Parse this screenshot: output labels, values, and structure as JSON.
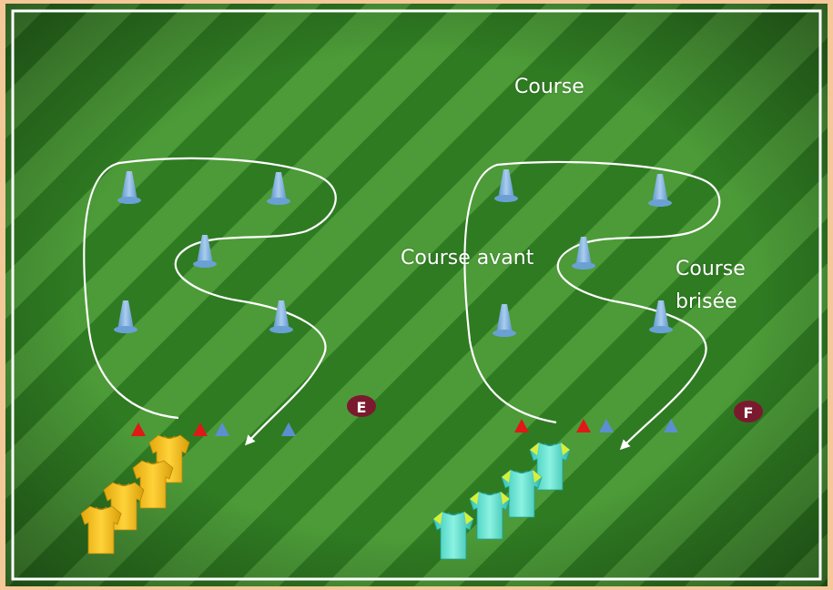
{
  "labels": {
    "course": "Course",
    "course_avant": "Course avant",
    "course_brisee_line1": "Course",
    "course_brisee_line2": "brisée"
  },
  "markers": {
    "left": "E",
    "right": "F"
  },
  "colors": {
    "grass_dark": "#2e7a22",
    "grass_light": "#4f9e3b",
    "cone_blue": "#7eb0dc",
    "marker_red": "#e01818",
    "marker_blue": "#5b8fd1",
    "badge": "#7b1a2e",
    "jersey_yellow": "#f2bc12",
    "jersey_cyan": "#57e0cc",
    "path": "#ffffff"
  },
  "icons": [
    "cone-icon",
    "jersey-icon",
    "arrow-icon",
    "badge-icon"
  ]
}
